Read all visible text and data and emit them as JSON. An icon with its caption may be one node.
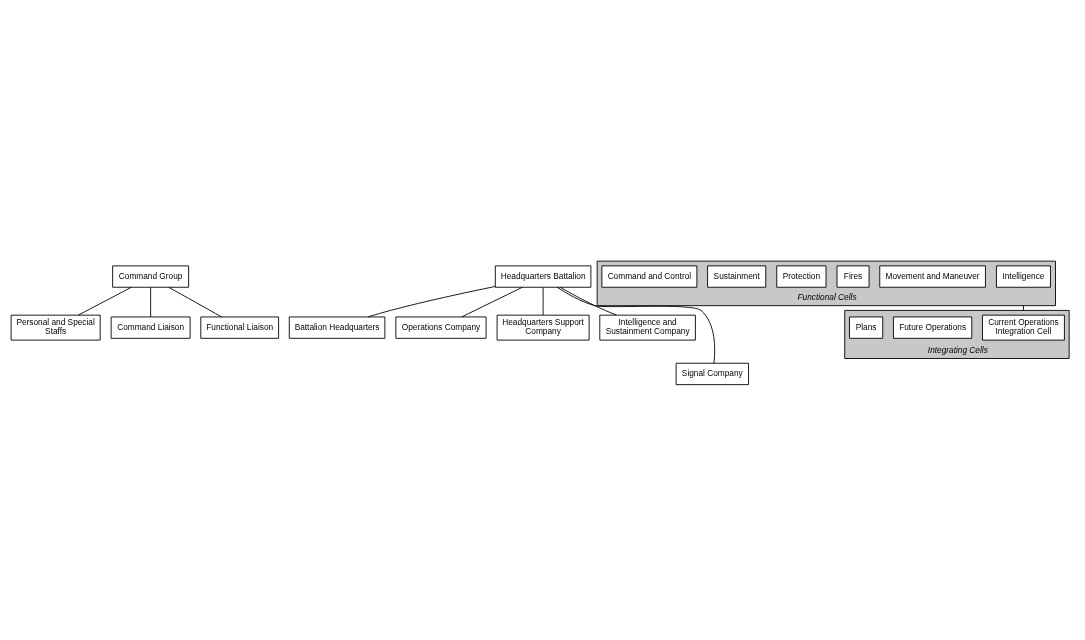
{
  "diagram": {
    "nodes": [
      {
        "text": [
          "Command Group"
        ]
      },
      {
        "text": [
          "Personal and Special Staffs"
        ]
      },
      {
        "text": [
          "Command Liaison"
        ]
      },
      {
        "text": [
          "Functional Liaison"
        ]
      },
      {
        "text": [
          "Headquarters Battalion"
        ]
      },
      {
        "text": [
          "Battalion Headquarters"
        ]
      },
      {
        "text": [
          "Operations Company"
        ]
      },
      {
        "text": [
          "Headquarters Support Company"
        ]
      },
      {
        "text": [
          "Intelligence and Sustainment Company"
        ]
      },
      {
        "text": [
          "Signal Company"
        ]
      },
      {
        "text": [
          "Functional Cells"
        ]
      },
      {
        "text": [
          "Intelligence"
        ],
        "in": 10
      },
      {
        "text": [
          "Movement and Maneuver"
        ],
        "in": 10
      },
      {
        "text": [
          "Fires"
        ],
        "in": 10
      },
      {
        "text": [
          "Protection"
        ],
        "in": 10
      },
      {
        "text": [
          "Sustainment"
        ],
        "in": 10
      },
      {
        "text": [
          "Command and Control"
        ],
        "in": 10
      },
      {
        "text": [
          "Integrating Cells"
        ]
      },
      {
        "text": [
          "Current Operations Integration Cell"
        ],
        "in": 17
      },
      {
        "text": [
          "Future Operations"
        ],
        "in": 17
      },
      {
        "text": [
          "Plans"
        ],
        "in": 17
      }
    ],
    "edges": [
      {
        "from": 0,
        "to": 1,
        "arrow": "none"
      },
      {
        "from": 0,
        "to": 2,
        "arrow": "none"
      },
      {
        "from": 0,
        "to": 3,
        "arrow": "none"
      },
      {
        "from": 4,
        "to": 5,
        "arrow": "none"
      },
      {
        "from": 4,
        "to": 6,
        "arrow": "none"
      },
      {
        "from": 4,
        "to": 7,
        "arrow": "none"
      },
      {
        "from": 4,
        "to": 8,
        "arrow": "none"
      },
      {
        "from": 4,
        "to": 9,
        "arrow": "none"
      },
      {
        "from": 10,
        "to": 17,
        "arrow": "none"
      }
    ]
  }
}
